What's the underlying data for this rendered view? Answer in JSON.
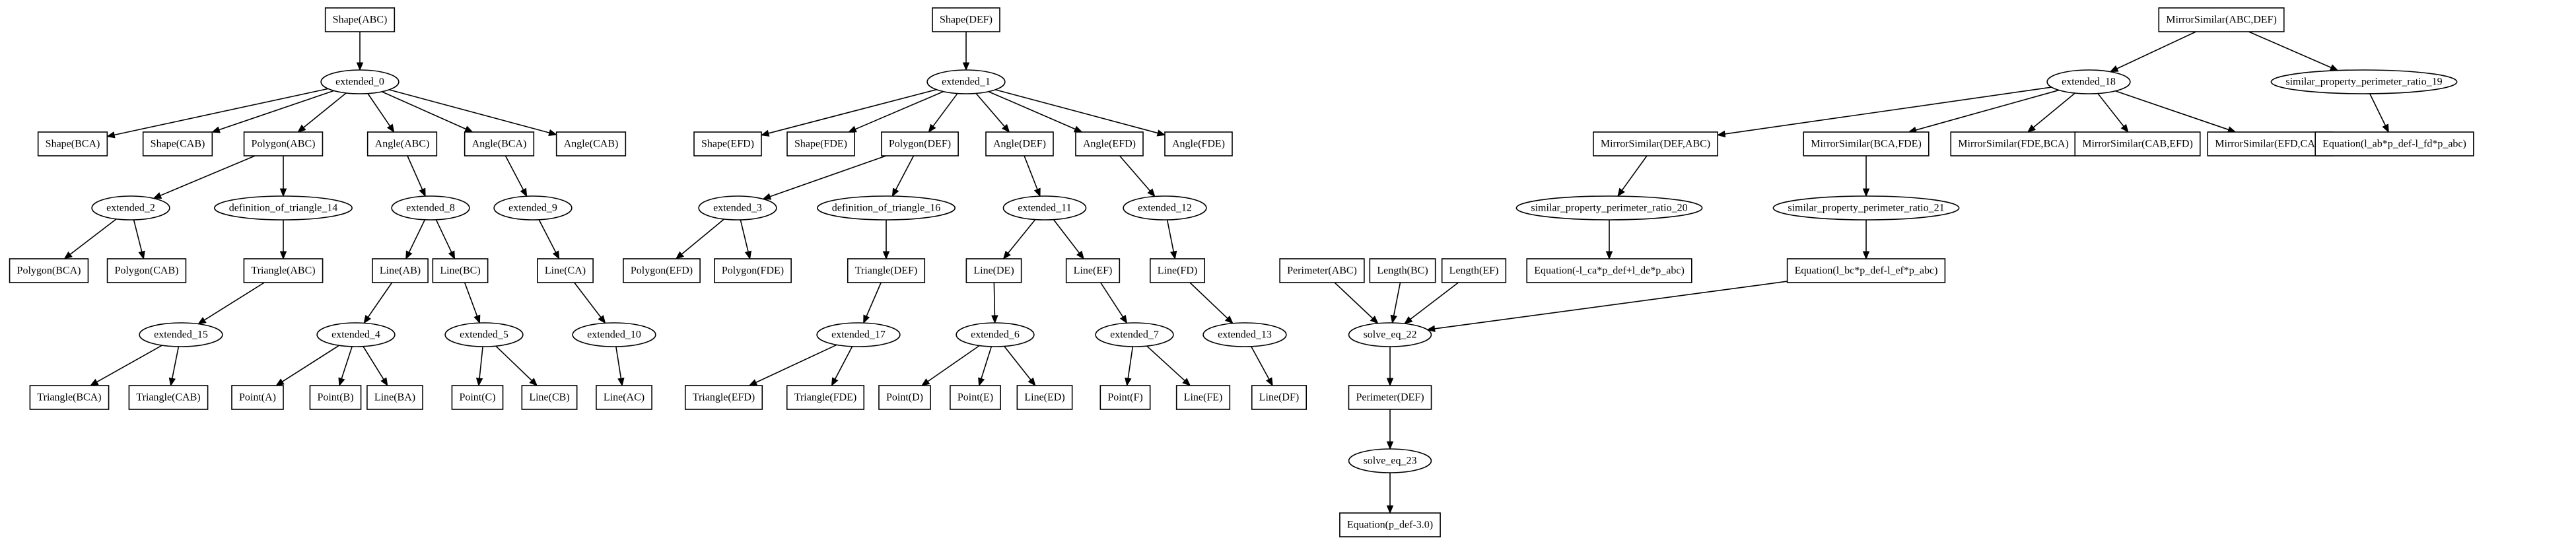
{
  "graph": {
    "nodes": [
      {
        "id": "n0",
        "label": "Shape(ABC)",
        "shape": "box"
      },
      {
        "id": "n1",
        "label": "extended_0",
        "shape": "ellipse"
      },
      {
        "id": "n2",
        "label": "Shape(BCA)",
        "shape": "box"
      },
      {
        "id": "n3",
        "label": "Shape(CAB)",
        "shape": "box"
      },
      {
        "id": "n4",
        "label": "Polygon(ABC)",
        "shape": "box"
      },
      {
        "id": "n5",
        "label": "Angle(ABC)",
        "shape": "box"
      },
      {
        "id": "n6",
        "label": "Angle(BCA)",
        "shape": "box"
      },
      {
        "id": "n7",
        "label": "Angle(CAB)",
        "shape": "box"
      },
      {
        "id": "n8",
        "label": "extended_2",
        "shape": "ellipse"
      },
      {
        "id": "n9",
        "label": "definition_of_triangle_14",
        "shape": "ellipse"
      },
      {
        "id": "n10",
        "label": "extended_8",
        "shape": "ellipse"
      },
      {
        "id": "n11",
        "label": "extended_9",
        "shape": "ellipse"
      },
      {
        "id": "n12",
        "label": "Polygon(BCA)",
        "shape": "box"
      },
      {
        "id": "n13",
        "label": "Polygon(CAB)",
        "shape": "box"
      },
      {
        "id": "n14",
        "label": "Triangle(ABC)",
        "shape": "box"
      },
      {
        "id": "n15",
        "label": "Line(AB)",
        "shape": "box"
      },
      {
        "id": "n16",
        "label": "Line(BC)",
        "shape": "box"
      },
      {
        "id": "n17",
        "label": "Line(CA)",
        "shape": "box"
      },
      {
        "id": "n18",
        "label": "extended_15",
        "shape": "ellipse"
      },
      {
        "id": "n19",
        "label": "extended_4",
        "shape": "ellipse"
      },
      {
        "id": "n20",
        "label": "extended_5",
        "shape": "ellipse"
      },
      {
        "id": "n21",
        "label": "extended_10",
        "shape": "ellipse"
      },
      {
        "id": "n22",
        "label": "Triangle(BCA)",
        "shape": "box"
      },
      {
        "id": "n23",
        "label": "Triangle(CAB)",
        "shape": "box"
      },
      {
        "id": "n24",
        "label": "Point(A)",
        "shape": "box"
      },
      {
        "id": "n25",
        "label": "Point(B)",
        "shape": "box"
      },
      {
        "id": "n26",
        "label": "Line(BA)",
        "shape": "box"
      },
      {
        "id": "n27",
        "label": "Point(C)",
        "shape": "box"
      },
      {
        "id": "n28",
        "label": "Line(CB)",
        "shape": "box"
      },
      {
        "id": "n29",
        "label": "Line(AC)",
        "shape": "box"
      },
      {
        "id": "m0",
        "label": "Shape(DEF)",
        "shape": "box"
      },
      {
        "id": "m1",
        "label": "extended_1",
        "shape": "ellipse"
      },
      {
        "id": "m2",
        "label": "Shape(EFD)",
        "shape": "box"
      },
      {
        "id": "m3",
        "label": "Shape(FDE)",
        "shape": "box"
      },
      {
        "id": "m4",
        "label": "Polygon(DEF)",
        "shape": "box"
      },
      {
        "id": "m5",
        "label": "Angle(DEF)",
        "shape": "box"
      },
      {
        "id": "m6",
        "label": "Angle(EFD)",
        "shape": "box"
      },
      {
        "id": "m7",
        "label": "Angle(FDE)",
        "shape": "box"
      },
      {
        "id": "m8",
        "label": "extended_3",
        "shape": "ellipse"
      },
      {
        "id": "m9",
        "label": "definition_of_triangle_16",
        "shape": "ellipse"
      },
      {
        "id": "m10",
        "label": "extended_11",
        "shape": "ellipse"
      },
      {
        "id": "m11",
        "label": "extended_12",
        "shape": "ellipse"
      },
      {
        "id": "m12",
        "label": "Polygon(EFD)",
        "shape": "box"
      },
      {
        "id": "m13",
        "label": "Polygon(FDE)",
        "shape": "box"
      },
      {
        "id": "m14",
        "label": "Triangle(DEF)",
        "shape": "box"
      },
      {
        "id": "m15",
        "label": "Line(DE)",
        "shape": "box"
      },
      {
        "id": "m16",
        "label": "Line(EF)",
        "shape": "box"
      },
      {
        "id": "m17",
        "label": "Line(FD)",
        "shape": "box"
      },
      {
        "id": "m18",
        "label": "extended_17",
        "shape": "ellipse"
      },
      {
        "id": "m19",
        "label": "extended_6",
        "shape": "ellipse"
      },
      {
        "id": "m20",
        "label": "extended_7",
        "shape": "ellipse"
      },
      {
        "id": "m21",
        "label": "extended_13",
        "shape": "ellipse"
      },
      {
        "id": "m22",
        "label": "Triangle(EFD)",
        "shape": "box"
      },
      {
        "id": "m23",
        "label": "Triangle(FDE)",
        "shape": "box"
      },
      {
        "id": "m24",
        "label": "Point(D)",
        "shape": "box"
      },
      {
        "id": "m25",
        "label": "Point(E)",
        "shape": "box"
      },
      {
        "id": "m26",
        "label": "Line(ED)",
        "shape": "box"
      },
      {
        "id": "m27",
        "label": "Point(F)",
        "shape": "box"
      },
      {
        "id": "m28",
        "label": "Line(FE)",
        "shape": "box"
      },
      {
        "id": "m29",
        "label": "Line(DF)",
        "shape": "box"
      },
      {
        "id": "r0",
        "label": "MirrorSimilar(ABC,DEF)",
        "shape": "box"
      },
      {
        "id": "r1",
        "label": "extended_18",
        "shape": "ellipse"
      },
      {
        "id": "r2",
        "label": "similar_property_perimeter_ratio_19",
        "shape": "ellipse"
      },
      {
        "id": "r3",
        "label": "MirrorSimilar(DEF,ABC)",
        "shape": "box"
      },
      {
        "id": "r4",
        "label": "MirrorSimilar(BCA,FDE)",
        "shape": "box"
      },
      {
        "id": "r5",
        "label": "MirrorSimilar(FDE,BCA)",
        "shape": "box"
      },
      {
        "id": "r6",
        "label": "MirrorSimilar(CAB,EFD)",
        "shape": "box"
      },
      {
        "id": "r7",
        "label": "MirrorSimilar(EFD,CAB)",
        "shape": "box"
      },
      {
        "id": "r8",
        "label": "Equation(l_ab*p_def-l_fd*p_abc)",
        "shape": "box"
      },
      {
        "id": "r9",
        "label": "similar_property_perimeter_ratio_20",
        "shape": "ellipse"
      },
      {
        "id": "r10",
        "label": "similar_property_perimeter_ratio_21",
        "shape": "ellipse"
      },
      {
        "id": "r11",
        "label": "Equation(-l_ca*p_def+l_de*p_abc)",
        "shape": "box"
      },
      {
        "id": "r12",
        "label": "Equation(l_bc*p_def-l_ef*p_abc)",
        "shape": "box"
      },
      {
        "id": "r13",
        "label": "Perimeter(ABC)",
        "shape": "box"
      },
      {
        "id": "r14",
        "label": "Length(BC)",
        "shape": "box"
      },
      {
        "id": "r15",
        "label": "Length(EF)",
        "shape": "box"
      },
      {
        "id": "r16",
        "label": "solve_eq_22",
        "shape": "ellipse"
      },
      {
        "id": "r17",
        "label": "Perimeter(DEF)",
        "shape": "box"
      },
      {
        "id": "r18",
        "label": "solve_eq_23",
        "shape": "ellipse"
      },
      {
        "id": "r19",
        "label": "Equation(p_def-3.0)",
        "shape": "box"
      }
    ],
    "edges": [
      [
        "n0",
        "n1"
      ],
      [
        "n1",
        "n2"
      ],
      [
        "n1",
        "n3"
      ],
      [
        "n1",
        "n4"
      ],
      [
        "n1",
        "n5"
      ],
      [
        "n1",
        "n6"
      ],
      [
        "n1",
        "n7"
      ],
      [
        "n4",
        "n8"
      ],
      [
        "n4",
        "n9"
      ],
      [
        "n5",
        "n10"
      ],
      [
        "n6",
        "n11"
      ],
      [
        "n8",
        "n12"
      ],
      [
        "n8",
        "n13"
      ],
      [
        "n9",
        "n14"
      ],
      [
        "n10",
        "n15"
      ],
      [
        "n10",
        "n16"
      ],
      [
        "n11",
        "n17"
      ],
      [
        "n14",
        "n18"
      ],
      [
        "n15",
        "n19"
      ],
      [
        "n16",
        "n20"
      ],
      [
        "n17",
        "n21"
      ],
      [
        "n18",
        "n22"
      ],
      [
        "n18",
        "n23"
      ],
      [
        "n19",
        "n24"
      ],
      [
        "n19",
        "n25"
      ],
      [
        "n19",
        "n26"
      ],
      [
        "n20",
        "n27"
      ],
      [
        "n20",
        "n28"
      ],
      [
        "n21",
        "n29"
      ],
      [
        "m0",
        "m1"
      ],
      [
        "m1",
        "m2"
      ],
      [
        "m1",
        "m3"
      ],
      [
        "m1",
        "m4"
      ],
      [
        "m1",
        "m5"
      ],
      [
        "m1",
        "m6"
      ],
      [
        "m1",
        "m7"
      ],
      [
        "m4",
        "m8"
      ],
      [
        "m4",
        "m9"
      ],
      [
        "m5",
        "m10"
      ],
      [
        "m6",
        "m11"
      ],
      [
        "m8",
        "m12"
      ],
      [
        "m8",
        "m13"
      ],
      [
        "m9",
        "m14"
      ],
      [
        "m10",
        "m15"
      ],
      [
        "m10",
        "m16"
      ],
      [
        "m11",
        "m17"
      ],
      [
        "m14",
        "m18"
      ],
      [
        "m15",
        "m19"
      ],
      [
        "m16",
        "m20"
      ],
      [
        "m17",
        "m21"
      ],
      [
        "m18",
        "m22"
      ],
      [
        "m18",
        "m23"
      ],
      [
        "m19",
        "m24"
      ],
      [
        "m19",
        "m25"
      ],
      [
        "m19",
        "m26"
      ],
      [
        "m20",
        "m27"
      ],
      [
        "m20",
        "m28"
      ],
      [
        "m21",
        "m29"
      ],
      [
        "r0",
        "r1"
      ],
      [
        "r0",
        "r2"
      ],
      [
        "r1",
        "r3"
      ],
      [
        "r1",
        "r4"
      ],
      [
        "r1",
        "r5"
      ],
      [
        "r1",
        "r6"
      ],
      [
        "r1",
        "r7"
      ],
      [
        "r2",
        "r8"
      ],
      [
        "r3",
        "r9"
      ],
      [
        "r4",
        "r10"
      ],
      [
        "r9",
        "r11"
      ],
      [
        "r10",
        "r12"
      ],
      [
        "r13",
        "r16"
      ],
      [
        "r14",
        "r16"
      ],
      [
        "r15",
        "r16"
      ],
      [
        "r12",
        "r16"
      ],
      [
        "r16",
        "r17"
      ],
      [
        "r17",
        "r18"
      ],
      [
        "r18",
        "r19"
      ]
    ]
  }
}
